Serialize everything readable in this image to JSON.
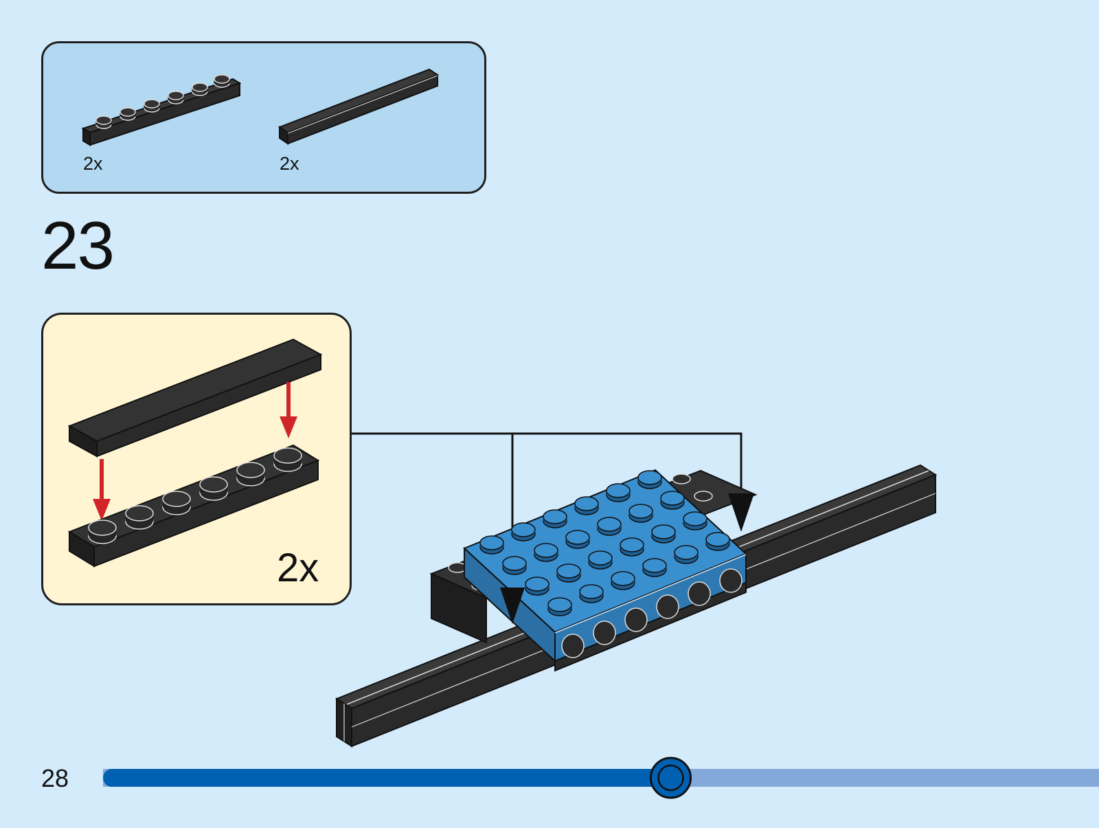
{
  "parts_list": [
    {
      "part": "plate-1x6-black",
      "quantity": "2x"
    },
    {
      "part": "tile-1x6-black",
      "quantity": "2x"
    }
  ],
  "step": {
    "number": "23"
  },
  "substep": {
    "quantity": "2x"
  },
  "footer": {
    "page_number": "28"
  },
  "progress": {
    "fraction": 0.57
  },
  "colors": {
    "background": "#d4ebfb",
    "parts_box": "#b3d8f1",
    "substep_box": "#fff5d3",
    "brick_black": "#2a2a2a",
    "brick_blue": "#3a8fcf",
    "arrow_red": "#d0262a",
    "progress_done": "#0060b2",
    "progress_remaining": "#85a8da"
  }
}
